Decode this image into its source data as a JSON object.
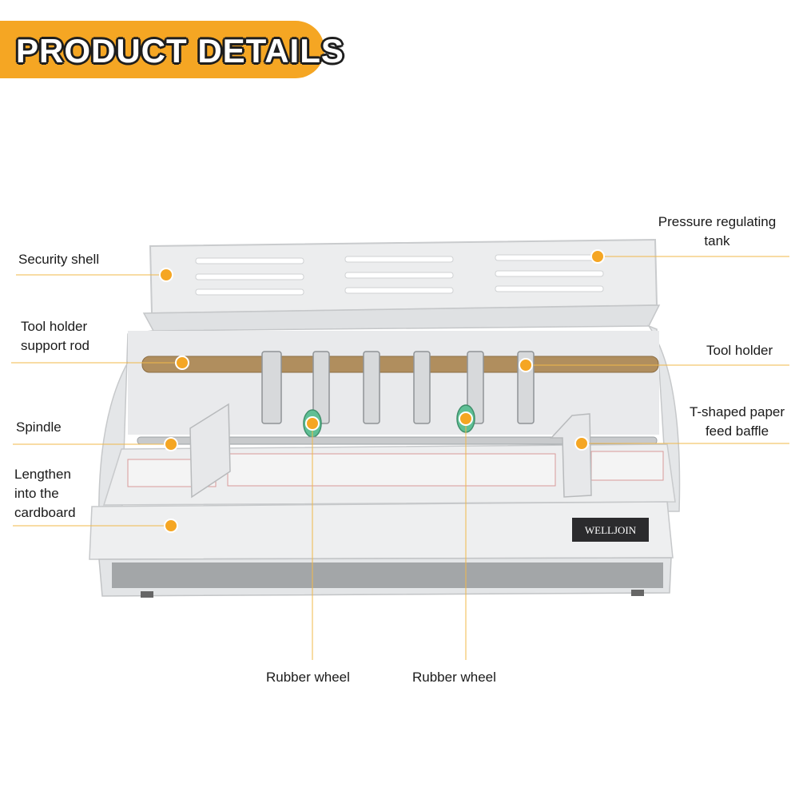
{
  "banner": {
    "title": "PRODUCT DETAILS",
    "color": "#f5a623"
  },
  "product": {
    "brand": "WELLJOIN"
  },
  "callouts": {
    "security_shell": "Security shell",
    "pressure_tank_1": "Pressure regulating",
    "pressure_tank_2": "tank",
    "rod_1": "Tool holder",
    "rod_2": "support rod",
    "tool_holder": "Tool holder",
    "spindle": "Spindle",
    "baffle_1": "T-shaped paper",
    "baffle_2": "feed baffle",
    "lengthen_1": "Lengthen",
    "lengthen_2": "into the",
    "lengthen_3": "cardboard",
    "rubber_wheel_left": "Rubber wheel",
    "rubber_wheel_right": "Rubber wheel"
  },
  "colors": {
    "accent": "#f5a623",
    "line": "#f0b84a",
    "machine": "#e6e8ea"
  }
}
